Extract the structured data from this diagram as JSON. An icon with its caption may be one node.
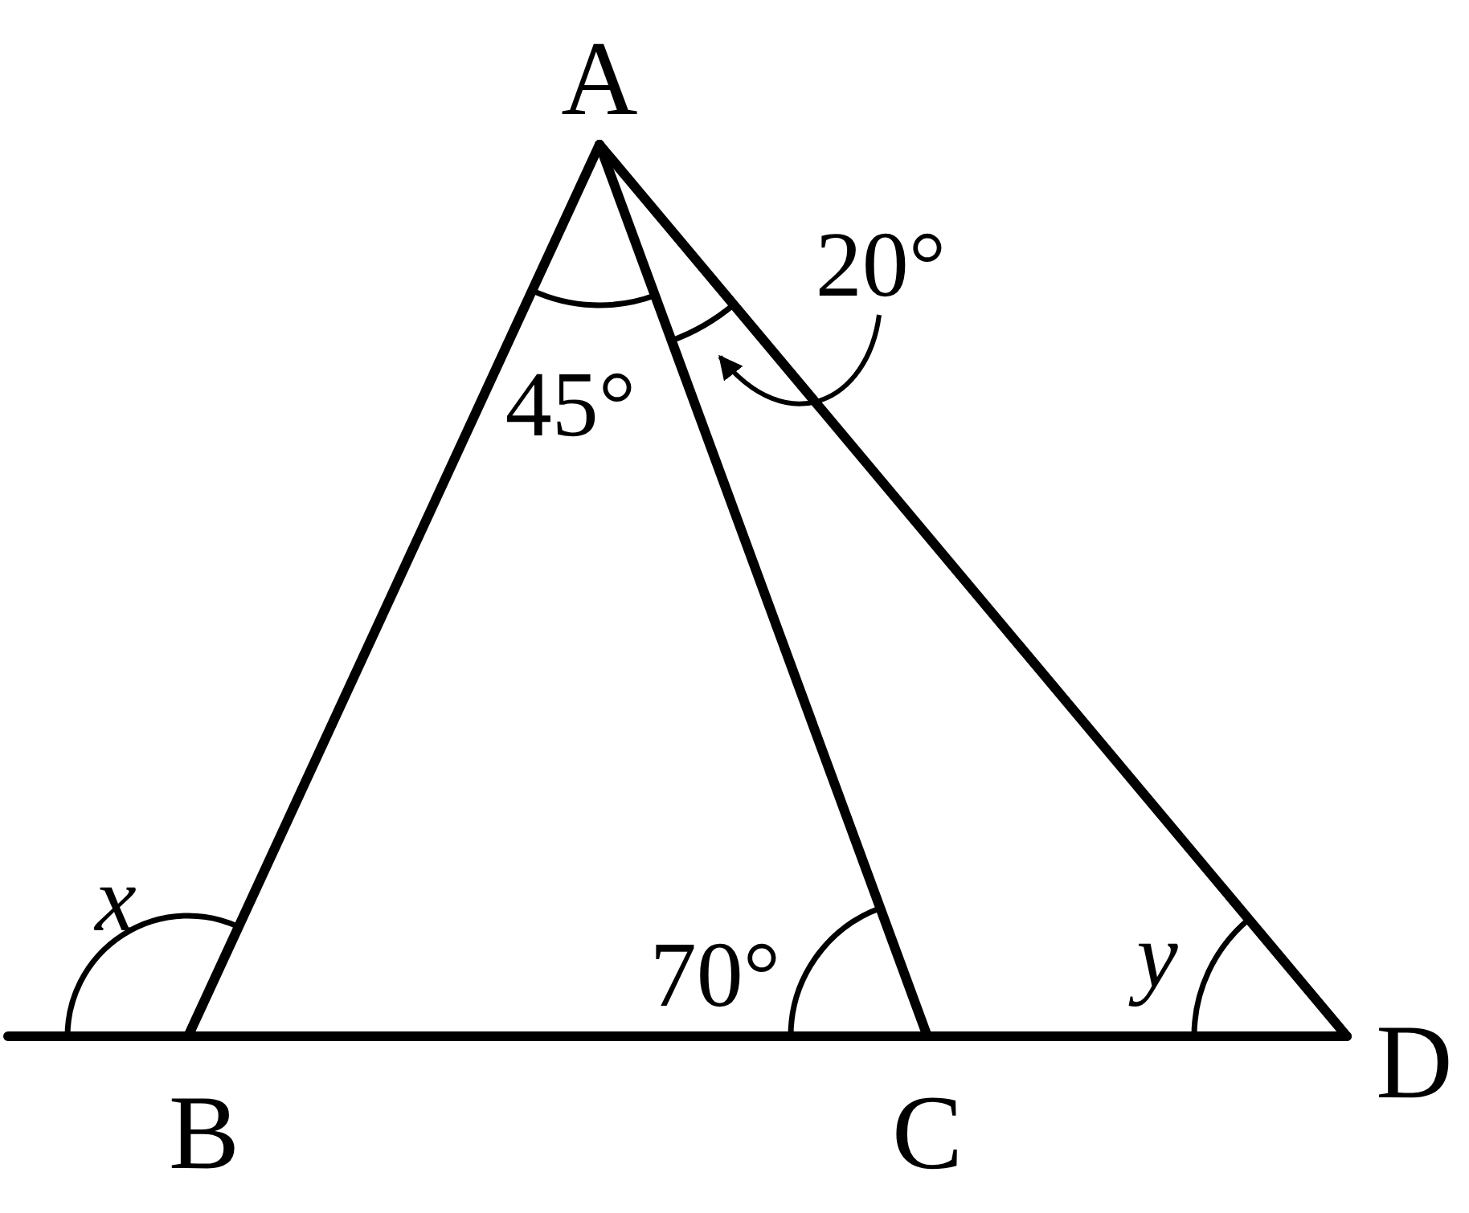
{
  "diagram": {
    "nodes": [
      {
        "text": [
          "20°"
        ]
      },
      {
        "text": [],
        "shape": "arc"
      }
    ],
    "edges": [
      {
        "from": 0,
        "to": 1,
        "arrow": "to"
      }
    ],
    "labels": [
      "A",
      "45°",
      "x",
      "70°",
      "y",
      "B",
      "C",
      "D"
    ]
  }
}
